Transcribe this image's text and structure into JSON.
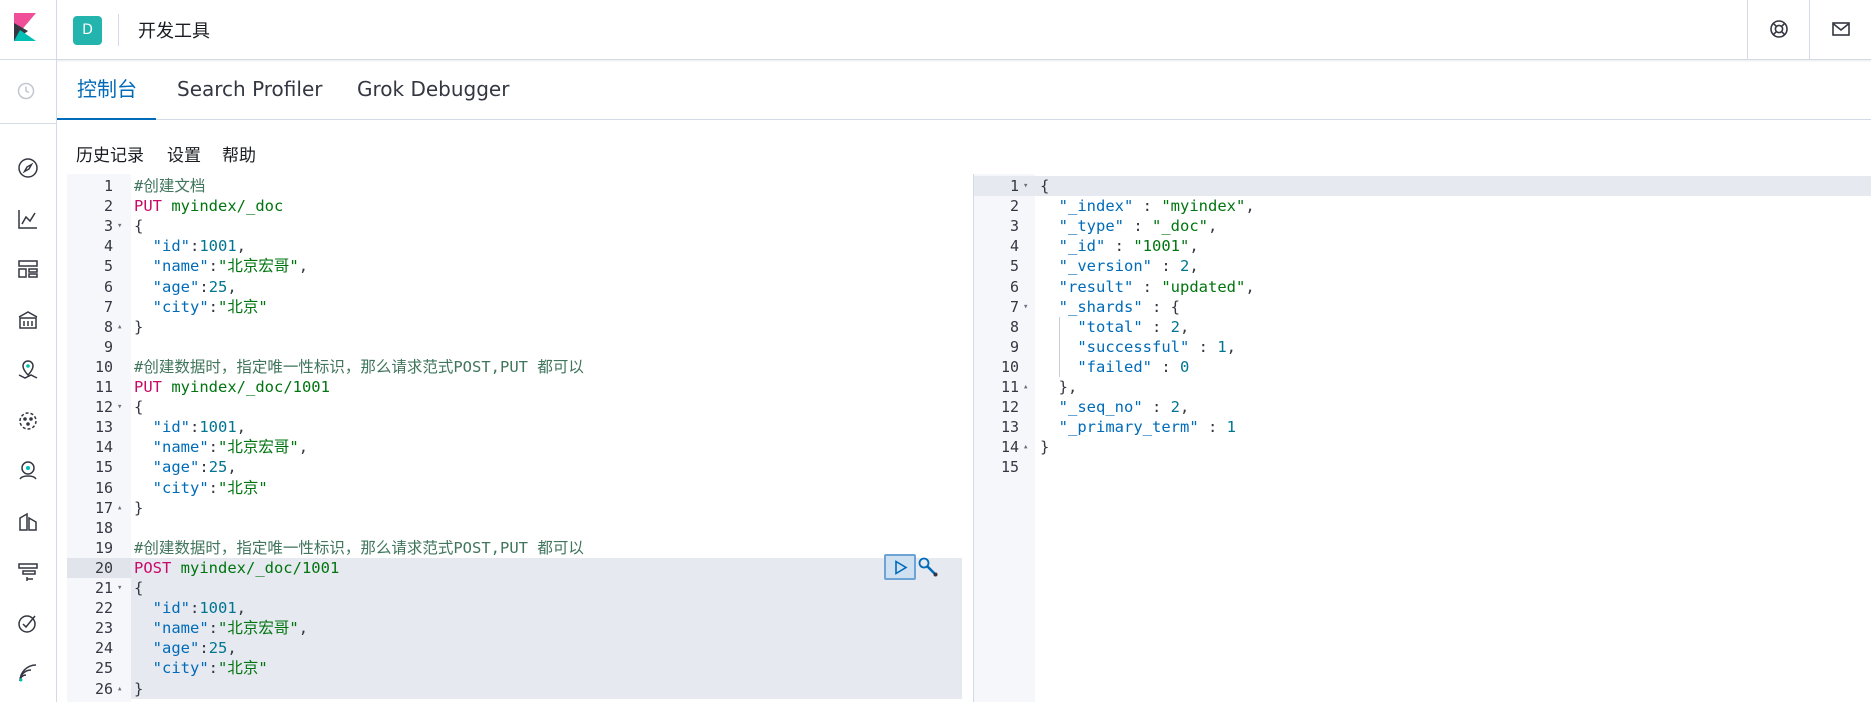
{
  "header": {
    "space_initial": "D",
    "app_title": "开发工具"
  },
  "tabs": [
    {
      "label": "控制台",
      "active": true
    },
    {
      "label": "Search Profiler",
      "active": false
    },
    {
      "label": "Grok Debugger",
      "active": false
    }
  ],
  "console_menu": {
    "history": "历史记录",
    "settings": "设置",
    "help": "帮助"
  },
  "request_editor": {
    "current_line": 20,
    "lines": [
      {
        "n": "1",
        "fold": "",
        "tokens": [
          {
            "t": "#创建文档",
            "c": "c-comment"
          }
        ]
      },
      {
        "n": "2",
        "fold": "",
        "tokens": [
          {
            "t": "PUT",
            "c": "c-method"
          },
          {
            "t": " myindex/_doc",
            "c": "c-url"
          }
        ]
      },
      {
        "n": "3",
        "fold": "▾",
        "tokens": [
          {
            "t": "{",
            "c": "c-punc"
          }
        ]
      },
      {
        "n": "4",
        "fold": "",
        "tokens": [
          {
            "t": "  ",
            "c": "c-punc"
          },
          {
            "t": "\"id\"",
            "c": "c-key"
          },
          {
            "t": ":",
            "c": "c-punc"
          },
          {
            "t": "1001",
            "c": "c-num"
          },
          {
            "t": ",",
            "c": "c-punc"
          }
        ]
      },
      {
        "n": "5",
        "fold": "",
        "tokens": [
          {
            "t": "  ",
            "c": "c-punc"
          },
          {
            "t": "\"name\"",
            "c": "c-key"
          },
          {
            "t": ":",
            "c": "c-punc"
          },
          {
            "t": "\"北京宏哥\"",
            "c": "c-str"
          },
          {
            "t": ",",
            "c": "c-punc"
          }
        ]
      },
      {
        "n": "6",
        "fold": "",
        "tokens": [
          {
            "t": "  ",
            "c": "c-punc"
          },
          {
            "t": "\"age\"",
            "c": "c-key"
          },
          {
            "t": ":",
            "c": "c-punc"
          },
          {
            "t": "25",
            "c": "c-num"
          },
          {
            "t": ",",
            "c": "c-punc"
          }
        ]
      },
      {
        "n": "7",
        "fold": "",
        "tokens": [
          {
            "t": "  ",
            "c": "c-punc"
          },
          {
            "t": "\"city\"",
            "c": "c-key"
          },
          {
            "t": ":",
            "c": "c-punc"
          },
          {
            "t": "\"北京\"",
            "c": "c-str"
          }
        ]
      },
      {
        "n": "8",
        "fold": "▴",
        "tokens": [
          {
            "t": "}",
            "c": "c-punc"
          }
        ]
      },
      {
        "n": "9",
        "fold": "",
        "tokens": []
      },
      {
        "n": "10",
        "fold": "",
        "tokens": [
          {
            "t": "#创建数据时，指定唯一性标识，那么请求范式POST,PUT 都可以",
            "c": "c-comment"
          }
        ]
      },
      {
        "n": "11",
        "fold": "",
        "tokens": [
          {
            "t": "PUT",
            "c": "c-method"
          },
          {
            "t": " myindex/_doc/1001",
            "c": "c-url"
          }
        ]
      },
      {
        "n": "12",
        "fold": "▾",
        "tokens": [
          {
            "t": "{",
            "c": "c-punc"
          }
        ]
      },
      {
        "n": "13",
        "fold": "",
        "tokens": [
          {
            "t": "  ",
            "c": "c-punc"
          },
          {
            "t": "\"id\"",
            "c": "c-key"
          },
          {
            "t": ":",
            "c": "c-punc"
          },
          {
            "t": "1001",
            "c": "c-num"
          },
          {
            "t": ",",
            "c": "c-punc"
          }
        ]
      },
      {
        "n": "14",
        "fold": "",
        "tokens": [
          {
            "t": "  ",
            "c": "c-punc"
          },
          {
            "t": "\"name\"",
            "c": "c-key"
          },
          {
            "t": ":",
            "c": "c-punc"
          },
          {
            "t": "\"北京宏哥\"",
            "c": "c-str"
          },
          {
            "t": ",",
            "c": "c-punc"
          }
        ]
      },
      {
        "n": "15",
        "fold": "",
        "tokens": [
          {
            "t": "  ",
            "c": "c-punc"
          },
          {
            "t": "\"age\"",
            "c": "c-key"
          },
          {
            "t": ":",
            "c": "c-punc"
          },
          {
            "t": "25",
            "c": "c-num"
          },
          {
            "t": ",",
            "c": "c-punc"
          }
        ]
      },
      {
        "n": "16",
        "fold": "",
        "tokens": [
          {
            "t": "  ",
            "c": "c-punc"
          },
          {
            "t": "\"city\"",
            "c": "c-key"
          },
          {
            "t": ":",
            "c": "c-punc"
          },
          {
            "t": "\"北京\"",
            "c": "c-str"
          }
        ]
      },
      {
        "n": "17",
        "fold": "▴",
        "tokens": [
          {
            "t": "}",
            "c": "c-punc"
          }
        ]
      },
      {
        "n": "18",
        "fold": "",
        "tokens": []
      },
      {
        "n": "19",
        "fold": "",
        "tokens": [
          {
            "t": "#创建数据时，指定唯一性标识，那么请求范式POST,PUT 都可以",
            "c": "c-comment"
          }
        ]
      },
      {
        "n": "20",
        "fold": "",
        "tokens": [
          {
            "t": "POST",
            "c": "c-method"
          },
          {
            "t": " myindex/_doc/1001",
            "c": "c-url"
          }
        ]
      },
      {
        "n": "21",
        "fold": "▾",
        "tokens": [
          {
            "t": "{",
            "c": "c-punc"
          }
        ]
      },
      {
        "n": "22",
        "fold": "",
        "tokens": [
          {
            "t": "  ",
            "c": "c-punc"
          },
          {
            "t": "\"id\"",
            "c": "c-key"
          },
          {
            "t": ":",
            "c": "c-punc"
          },
          {
            "t": "1001",
            "c": "c-num"
          },
          {
            "t": ",",
            "c": "c-punc"
          }
        ]
      },
      {
        "n": "23",
        "fold": "",
        "tokens": [
          {
            "t": "  ",
            "c": "c-punc"
          },
          {
            "t": "\"name\"",
            "c": "c-key"
          },
          {
            "t": ":",
            "c": "c-punc"
          },
          {
            "t": "\"北京宏哥\"",
            "c": "c-str"
          },
          {
            "t": ",",
            "c": "c-punc"
          }
        ]
      },
      {
        "n": "24",
        "fold": "",
        "tokens": [
          {
            "t": "  ",
            "c": "c-punc"
          },
          {
            "t": "\"age\"",
            "c": "c-key"
          },
          {
            "t": ":",
            "c": "c-punc"
          },
          {
            "t": "25",
            "c": "c-num"
          },
          {
            "t": ",",
            "c": "c-punc"
          }
        ]
      },
      {
        "n": "25",
        "fold": "",
        "tokens": [
          {
            "t": "  ",
            "c": "c-punc"
          },
          {
            "t": "\"city\"",
            "c": "c-key"
          },
          {
            "t": ":",
            "c": "c-punc"
          },
          {
            "t": "\"北京\"",
            "c": "c-str"
          }
        ]
      },
      {
        "n": "26",
        "fold": "▴",
        "tokens": [
          {
            "t": "}",
            "c": "c-punc"
          }
        ]
      }
    ]
  },
  "response_editor": {
    "lines": [
      {
        "n": "1",
        "fold": "▾",
        "tokens": [
          {
            "t": "{",
            "c": "c-punc"
          }
        ]
      },
      {
        "n": "2",
        "fold": "",
        "tokens": [
          {
            "t": "  ",
            "c": "c-punc"
          },
          {
            "t": "\"_index\"",
            "c": "c-key"
          },
          {
            "t": " : ",
            "c": "c-punc"
          },
          {
            "t": "\"myindex\"",
            "c": "c-str"
          },
          {
            "t": ",",
            "c": "c-punc"
          }
        ]
      },
      {
        "n": "3",
        "fold": "",
        "tokens": [
          {
            "t": "  ",
            "c": "c-punc"
          },
          {
            "t": "\"_type\"",
            "c": "c-key"
          },
          {
            "t": " : ",
            "c": "c-punc"
          },
          {
            "t": "\"_doc\"",
            "c": "c-str"
          },
          {
            "t": ",",
            "c": "c-punc"
          }
        ]
      },
      {
        "n": "4",
        "fold": "",
        "tokens": [
          {
            "t": "  ",
            "c": "c-punc"
          },
          {
            "t": "\"_id\"",
            "c": "c-key"
          },
          {
            "t": " : ",
            "c": "c-punc"
          },
          {
            "t": "\"1001\"",
            "c": "c-str"
          },
          {
            "t": ",",
            "c": "c-punc"
          }
        ]
      },
      {
        "n": "5",
        "fold": "",
        "tokens": [
          {
            "t": "  ",
            "c": "c-punc"
          },
          {
            "t": "\"_version\"",
            "c": "c-key"
          },
          {
            "t": " : ",
            "c": "c-punc"
          },
          {
            "t": "2",
            "c": "c-num"
          },
          {
            "t": ",",
            "c": "c-punc"
          }
        ]
      },
      {
        "n": "6",
        "fold": "",
        "tokens": [
          {
            "t": "  ",
            "c": "c-punc"
          },
          {
            "t": "\"result\"",
            "c": "c-key"
          },
          {
            "t": " : ",
            "c": "c-punc"
          },
          {
            "t": "\"updated\"",
            "c": "c-str"
          },
          {
            "t": ",",
            "c": "c-punc"
          }
        ]
      },
      {
        "n": "7",
        "fold": "▾",
        "tokens": [
          {
            "t": "  ",
            "c": "c-punc"
          },
          {
            "t": "\"_shards\"",
            "c": "c-key"
          },
          {
            "t": " : {",
            "c": "c-punc"
          }
        ]
      },
      {
        "n": "8",
        "fold": "",
        "tokens": [
          {
            "t": "    ",
            "c": "c-punc"
          },
          {
            "t": "\"total\"",
            "c": "c-key"
          },
          {
            "t": " : ",
            "c": "c-punc"
          },
          {
            "t": "2",
            "c": "c-num"
          },
          {
            "t": ",",
            "c": "c-punc"
          }
        ]
      },
      {
        "n": "9",
        "fold": "",
        "tokens": [
          {
            "t": "    ",
            "c": "c-punc"
          },
          {
            "t": "\"successful\"",
            "c": "c-key"
          },
          {
            "t": " : ",
            "c": "c-punc"
          },
          {
            "t": "1",
            "c": "c-num"
          },
          {
            "t": ",",
            "c": "c-punc"
          }
        ]
      },
      {
        "n": "10",
        "fold": "",
        "tokens": [
          {
            "t": "    ",
            "c": "c-punc"
          },
          {
            "t": "\"failed\"",
            "c": "c-key"
          },
          {
            "t": " : ",
            "c": "c-punc"
          },
          {
            "t": "0",
            "c": "c-num"
          }
        ]
      },
      {
        "n": "11",
        "fold": "▴",
        "tokens": [
          {
            "t": "  },",
            "c": "c-punc"
          }
        ]
      },
      {
        "n": "12",
        "fold": "",
        "tokens": [
          {
            "t": "  ",
            "c": "c-punc"
          },
          {
            "t": "\"_seq_no\"",
            "c": "c-key"
          },
          {
            "t": " : ",
            "c": "c-punc"
          },
          {
            "t": "2",
            "c": "c-num"
          },
          {
            "t": ",",
            "c": "c-punc"
          }
        ]
      },
      {
        "n": "13",
        "fold": "",
        "tokens": [
          {
            "t": "  ",
            "c": "c-punc"
          },
          {
            "t": "\"_primary_term\"",
            "c": "c-key"
          },
          {
            "t": " : ",
            "c": "c-punc"
          },
          {
            "t": "1",
            "c": "c-num"
          }
        ]
      },
      {
        "n": "14",
        "fold": "▴",
        "tokens": [
          {
            "t": "}",
            "c": "c-punc"
          }
        ]
      },
      {
        "n": "15",
        "fold": "",
        "tokens": []
      }
    ]
  },
  "actions": {
    "more_menu": "⋮"
  },
  "nav_icons": [
    "discover-icon",
    "visualize-icon",
    "dashboard-icon",
    "canvas-icon",
    "maps-icon",
    "ml-icon",
    "infrastructure-icon",
    "logs-icon",
    "apm-icon",
    "uptime-icon",
    "siem-icon"
  ],
  "colors": {
    "accent": "#006bb8",
    "space_badge": "#22b4ad"
  }
}
